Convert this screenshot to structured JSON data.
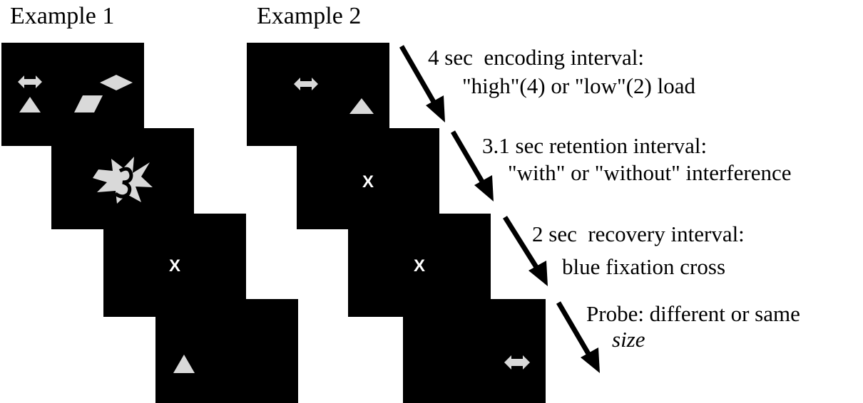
{
  "headers": {
    "example1": "Example 1",
    "example2": "Example 2"
  },
  "steps": [
    {
      "line1": "4 sec  encoding interval:",
      "line2": "\"high\"(4) or \"low\"(2) load"
    },
    {
      "line1": "3.1 sec retention interval:",
      "line2": "\"with\" or \"without\" interference"
    },
    {
      "line1": "2 sec  recovery interval:",
      "line2": "blue fixation cross"
    },
    {
      "line1": "Probe: different or same",
      "line2": "size"
    }
  ],
  "fixation_mark": "X",
  "colors": {
    "screen": "#000000",
    "shape": "#d9d9d9",
    "fixation": "#ffffff",
    "arrow": "#000000"
  }
}
